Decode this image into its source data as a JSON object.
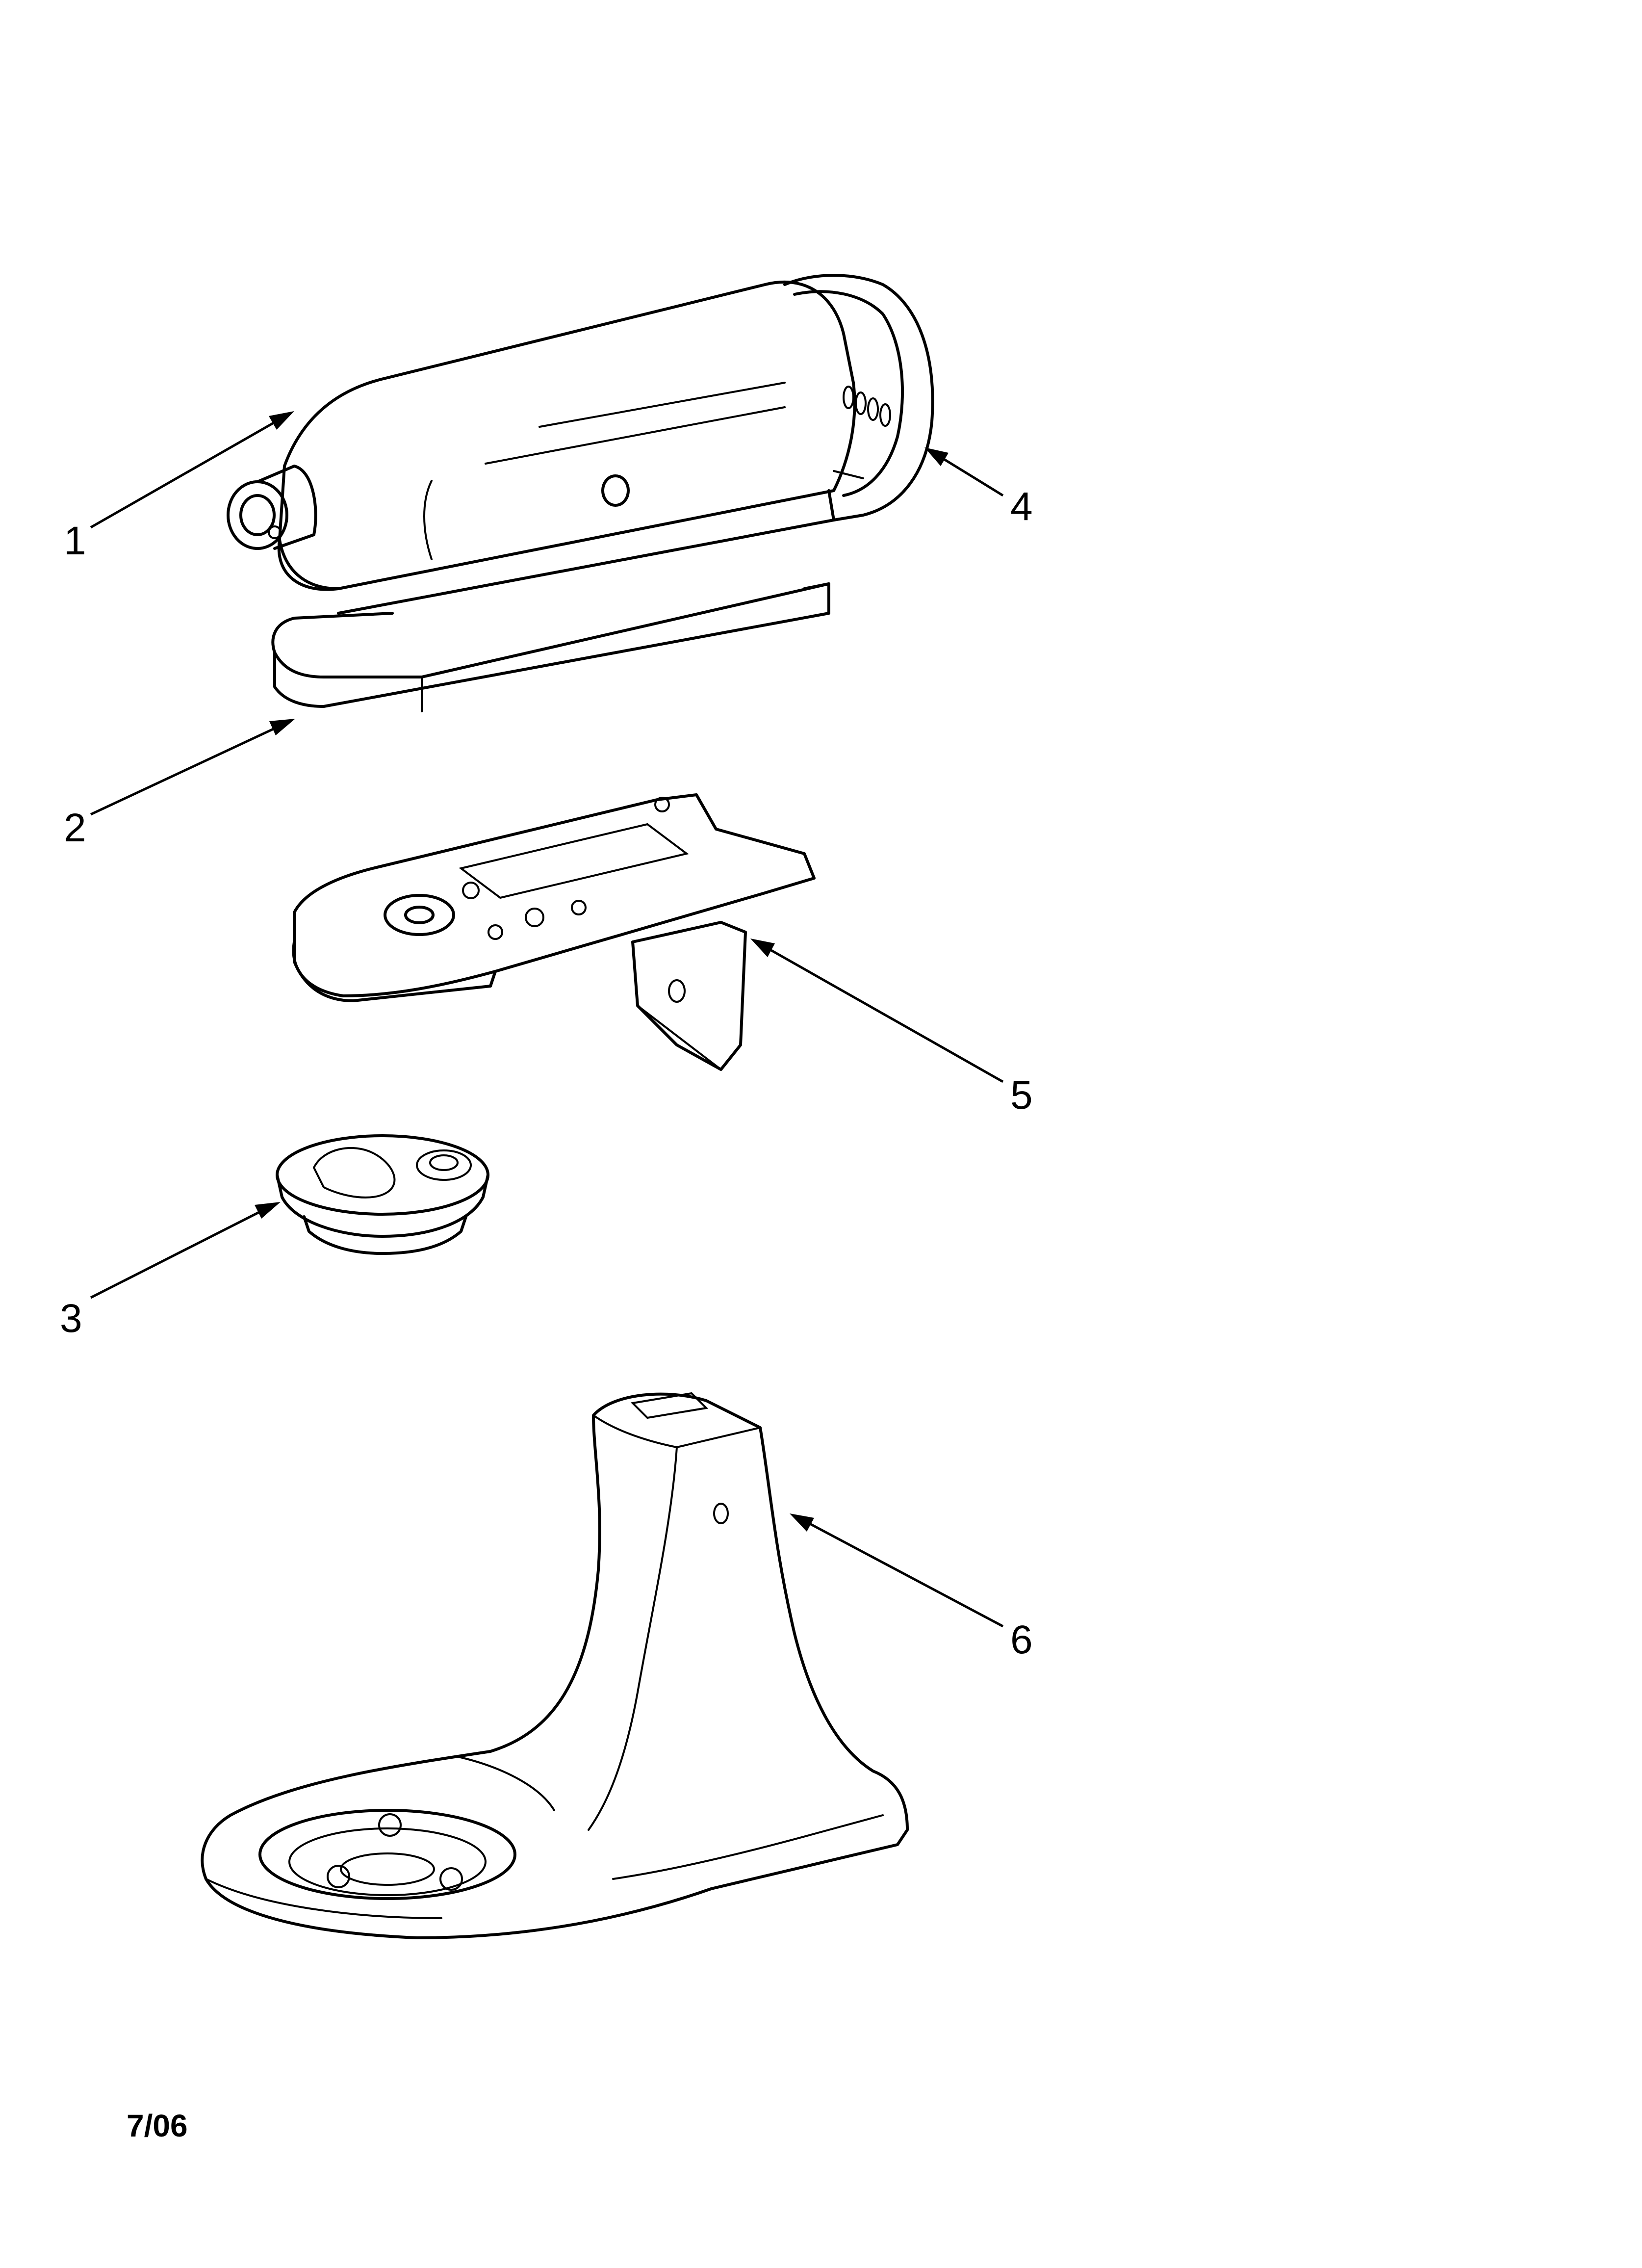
{
  "callouts": [
    {
      "id": "1",
      "label": "1"
    },
    {
      "id": "2",
      "label": "2"
    },
    {
      "id": "3",
      "label": "3"
    },
    {
      "id": "4",
      "label": "4"
    },
    {
      "id": "5",
      "label": "5"
    },
    {
      "id": "6",
      "label": "6"
    }
  ],
  "footer": {
    "date": "7/06"
  }
}
